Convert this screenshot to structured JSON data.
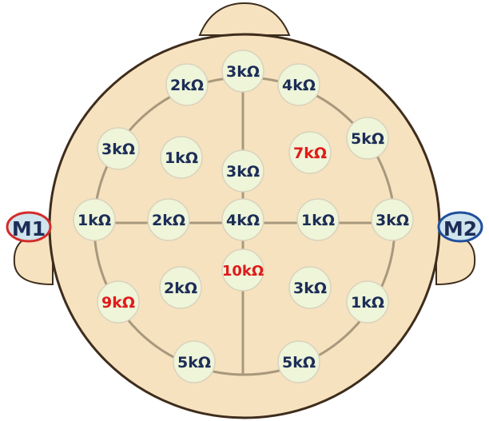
{
  "colors": {
    "head_fill": "#f6e2bf",
    "head_outline": "#3e2d1c",
    "grid_line": "#a8987c",
    "electrode_fill": "#eef5d9",
    "electrode_stroke": "#d9d2bd",
    "label_normal": "#1c2d57",
    "label_high": "#e01b1b",
    "ear_left_ring": "#d42a2a",
    "ear_right_ring": "#1f4e9c",
    "ear_fill": "#cfe4ec"
  },
  "ears": [
    {
      "id": "left",
      "label": "M1",
      "ring": "ear_left_ring"
    },
    {
      "id": "right",
      "label": "M2",
      "ring": "ear_right_ring"
    }
  ],
  "electrodes": [
    {
      "id": "e01",
      "label": "3kΩ",
      "status": "normal"
    },
    {
      "id": "e02",
      "label": "2kΩ",
      "status": "normal"
    },
    {
      "id": "e03",
      "label": "4kΩ",
      "status": "normal"
    },
    {
      "id": "e04",
      "label": "3kΩ",
      "status": "normal"
    },
    {
      "id": "e05",
      "label": "1kΩ",
      "status": "normal"
    },
    {
      "id": "e06",
      "label": "3kΩ",
      "status": "normal"
    },
    {
      "id": "e07",
      "label": "7kΩ",
      "status": "high"
    },
    {
      "id": "e08",
      "label": "5kΩ",
      "status": "normal"
    },
    {
      "id": "e09",
      "label": "1kΩ",
      "status": "normal"
    },
    {
      "id": "e10",
      "label": "2kΩ",
      "status": "normal"
    },
    {
      "id": "e11",
      "label": "4kΩ",
      "status": "normal"
    },
    {
      "id": "e12",
      "label": "1kΩ",
      "status": "normal"
    },
    {
      "id": "e13",
      "label": "3kΩ",
      "status": "normal"
    },
    {
      "id": "e14",
      "label": "10kΩ",
      "status": "high"
    },
    {
      "id": "e15",
      "label": "9kΩ",
      "status": "high"
    },
    {
      "id": "e16",
      "label": "2kΩ",
      "status": "normal"
    },
    {
      "id": "e17",
      "label": "3kΩ",
      "status": "normal"
    },
    {
      "id": "e18",
      "label": "1kΩ",
      "status": "normal"
    },
    {
      "id": "e19",
      "label": "5kΩ",
      "status": "normal"
    },
    {
      "id": "e20",
      "label": "5kΩ",
      "status": "normal"
    }
  ]
}
